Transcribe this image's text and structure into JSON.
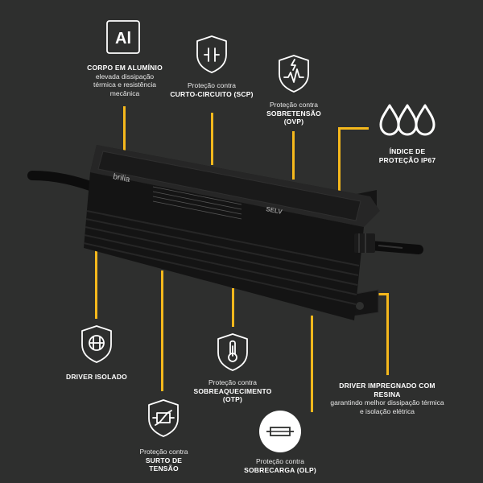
{
  "features": {
    "aluminum": {
      "title": "CORPO EM ALUMÍNIO",
      "desc": "elevada dissipação térmica e resistência mecânica",
      "icon": "aluminum-symbol-icon",
      "symbol": "Al"
    },
    "scp": {
      "pre": "Proteção contra",
      "title": "CURTO-CIRCUITO (SCP)",
      "icon": "short-circuit-shield-icon"
    },
    "ovp": {
      "pre": "Proteção contra",
      "title": "SOBRETENSÃO (OVP)",
      "icon": "overvoltage-shield-icon"
    },
    "ip67": {
      "title": "ÍNDICE DE PROTEÇÃO IP67",
      "icon": "water-drops-icon"
    },
    "isolated": {
      "title": "DRIVER ISOLADO",
      "icon": "isolated-driver-shield-icon"
    },
    "otp": {
      "pre": "Proteção contra",
      "title": "SOBREAQUECIMENTO (OTP)",
      "icon": "thermometer-shield-icon"
    },
    "resin": {
      "title": "DRIVER IMPREGNADO COM RESINA",
      "desc": "garantindo melhor dissipação térmica e isolação elétrica"
    },
    "surge": {
      "pre": "Proteção contra",
      "title": "SURTO DE TENSÃO",
      "icon": "surge-shield-icon"
    },
    "olp": {
      "pre": "Proteção contra",
      "title": "SOBRECARGA (OLP)",
      "icon": "fuse-icon"
    }
  },
  "product": {
    "brand": "brilia",
    "mark": "SELV"
  },
  "colors": {
    "background": "#2e2f2e",
    "accent": "#f5b81c",
    "text": "#ffffff"
  }
}
